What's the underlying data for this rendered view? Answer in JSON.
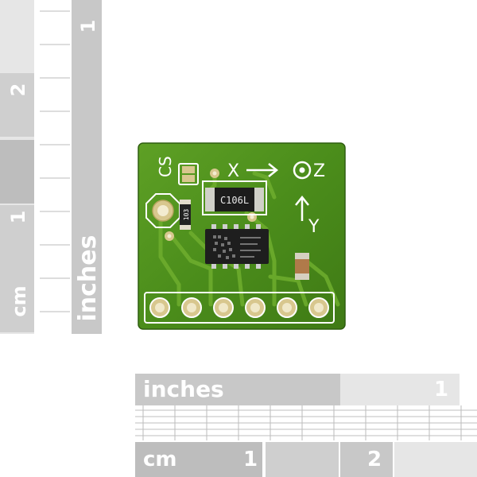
{
  "rulers": {
    "vertical": {
      "inches_label": "inches",
      "cm_label": "cm",
      "inch_numbers": [
        "1"
      ],
      "cm_numbers": [
        "1",
        "2"
      ]
    },
    "horizontal": {
      "inches_label": "inches",
      "cm_label": "cm",
      "inch_numbers": [
        "1"
      ],
      "cm_numbers": [
        "1",
        "2"
      ]
    }
  },
  "board": {
    "silkscreen": {
      "cs": "CS",
      "x_axis": "X",
      "z_axis": "Z",
      "y_axis": "Y"
    },
    "component_marks": {
      "inductor": "C106L",
      "resistor": "103"
    }
  },
  "colors": {
    "ruler_dark": "#c8c8c8",
    "ruler_light": "#e4e4e4",
    "pcb_green": "#4d8f1c",
    "pcb_trace": "#6aa82a",
    "pad_gold": "#d8c78e"
  }
}
